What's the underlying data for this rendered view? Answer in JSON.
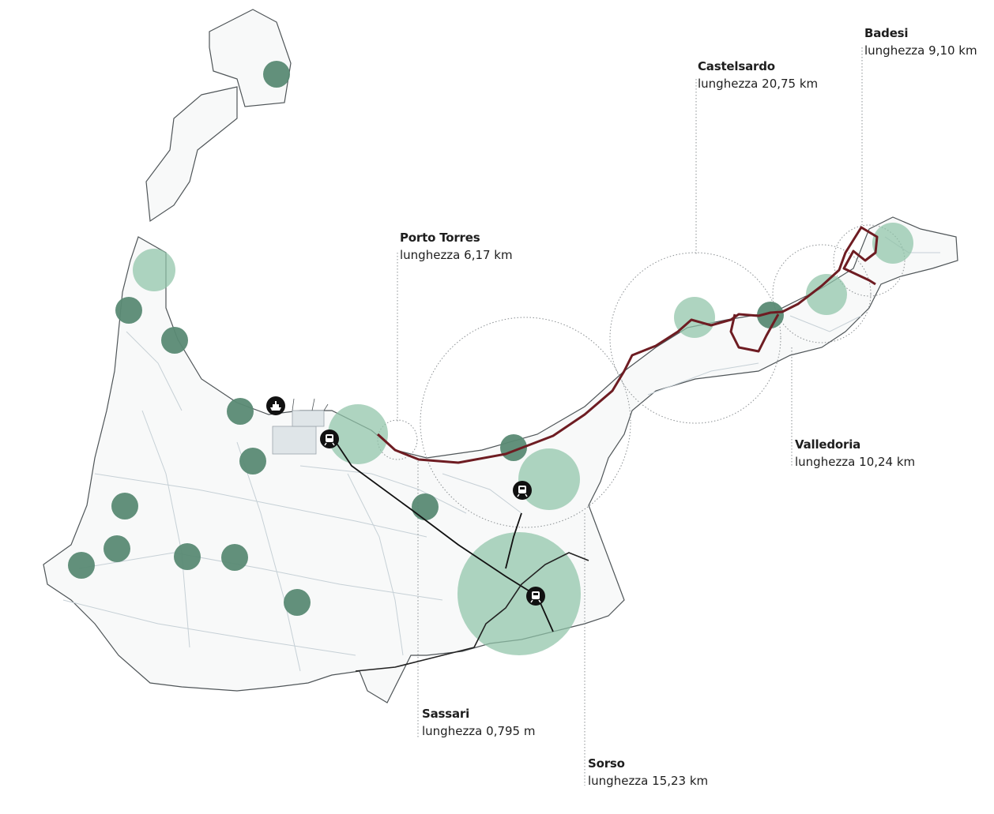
{
  "colors": {
    "land": "#f8f9f9",
    "coast": "#4f5558",
    "roads": "#c6d0d6",
    "pole_small": "#5a8a74",
    "pole_large": "#8fc3a8",
    "route": "#6e1c22",
    "rail": "#111111",
    "buffer": "#8a8f92"
  },
  "labels": [
    {
      "id": "badesi",
      "name": "Badesi",
      "length": "lunghezza 9,10 km"
    },
    {
      "id": "castelsardo",
      "name": "Castelsardo",
      "length": "lunghezza 20,75 km"
    },
    {
      "id": "porto-torres",
      "name": "Porto Torres",
      "length": "lunghezza 6,17 km"
    },
    {
      "id": "valledoria",
      "name": "Valledoria",
      "length": "lunghezza 10,24 km"
    },
    {
      "id": "sassari",
      "name": "Sassari",
      "length": "lunghezza 0,795 m"
    },
    {
      "id": "sorso",
      "name": "Sorso",
      "length": "lunghezza 15,23 km"
    }
  ],
  "icons": {
    "ship": "ship-icon",
    "train": "train-icon"
  }
}
